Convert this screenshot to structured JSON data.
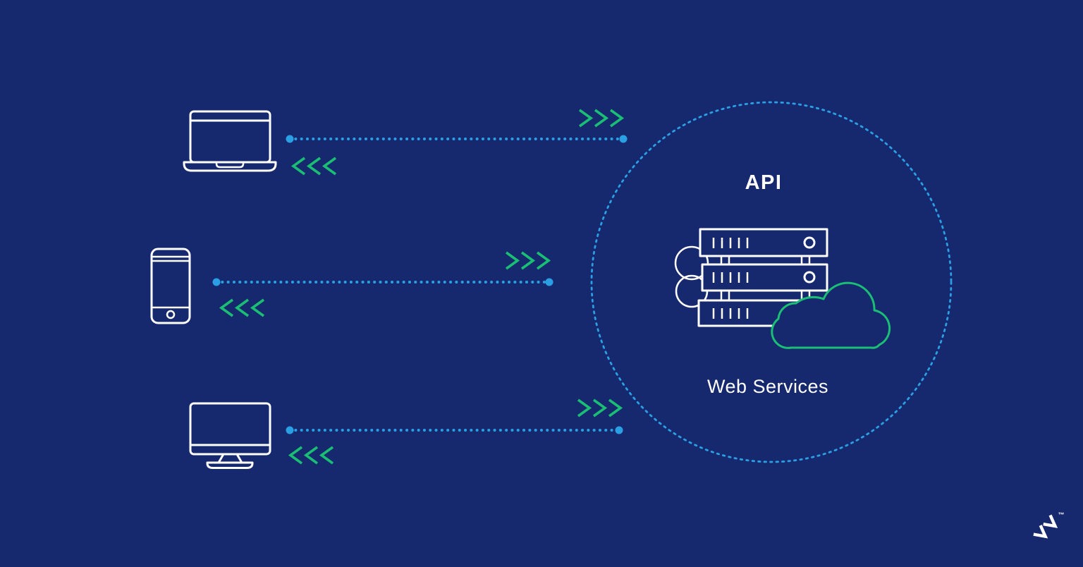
{
  "colors": {
    "background": "#16286E",
    "dotted_blue": "#2B9FE4",
    "arrow_green": "#1ABE74",
    "icon_white": "#FFFFFF"
  },
  "api_circle": {
    "title": "API",
    "subtitle": "Web Services",
    "icons": [
      "server-stack-icon",
      "cloud-icon"
    ]
  },
  "devices": [
    {
      "name": "laptop",
      "icon": "laptop-icon"
    },
    {
      "name": "smartphone",
      "icon": "smartphone-icon"
    },
    {
      "name": "desktop-computer",
      "icon": "desktop-monitor-icon"
    }
  ],
  "connections": [
    {
      "from": "laptop",
      "to": "api-circle",
      "request_arrows": ">>>",
      "response_arrows": "<<<"
    },
    {
      "from": "smartphone",
      "to": "api-circle",
      "request_arrows": ">>>",
      "response_arrows": "<<<"
    },
    {
      "from": "desktop-computer",
      "to": "api-circle",
      "request_arrows": ">>>",
      "response_arrows": "<<<"
    }
  ],
  "branding": {
    "logo_icon": "toptal-logo-icon",
    "trademark": "™"
  }
}
